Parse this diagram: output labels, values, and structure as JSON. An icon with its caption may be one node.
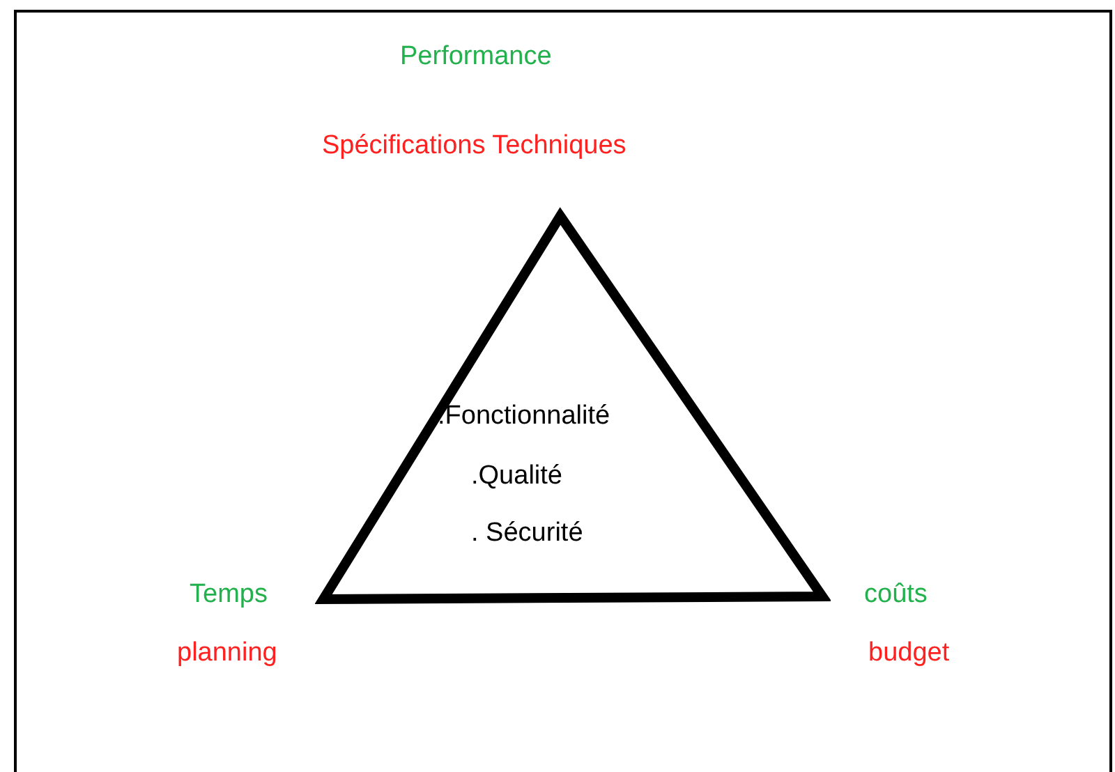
{
  "diagram": {
    "nodes": [
      {
        "text": [
          ".Fonctionnalité",
          ".Qualité",
          ". Sécurité"
        ]
      }
    ],
    "labels": [
      "Performance",
      "Spécifications Techniques",
      "Temps",
      "planning",
      "coûts",
      "budget"
    ]
  }
}
